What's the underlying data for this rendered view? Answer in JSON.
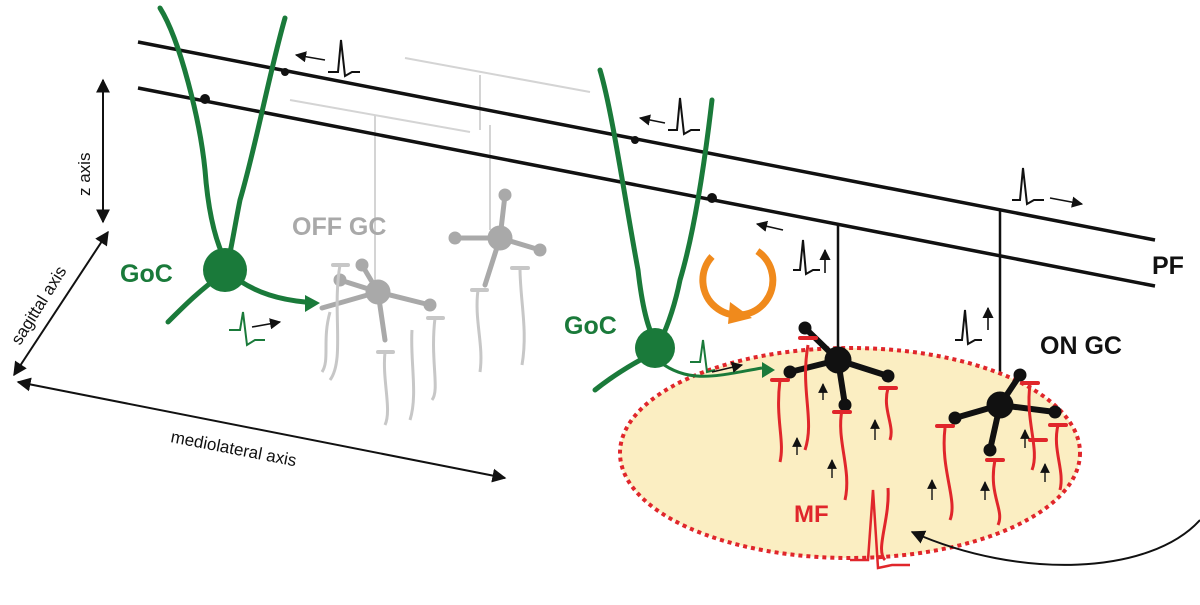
{
  "labels": {
    "goc_left": "GoC",
    "goc_right": "GoC",
    "off_gc": "OFF GC",
    "on_gc": "ON GC",
    "pf": "PF",
    "mf": "MF",
    "z_axis": "z axis",
    "sagittal_axis": "sagittal axis",
    "mediolateral_axis": "mediolateral axis"
  },
  "colors": {
    "golgi_green": "#1a7a3a",
    "off_gray": "#a9a9a9",
    "mossy_red": "#e0262b",
    "loop_orange": "#f08a1c",
    "glom_fill": "#fbeec2",
    "line_black": "#111111"
  }
}
